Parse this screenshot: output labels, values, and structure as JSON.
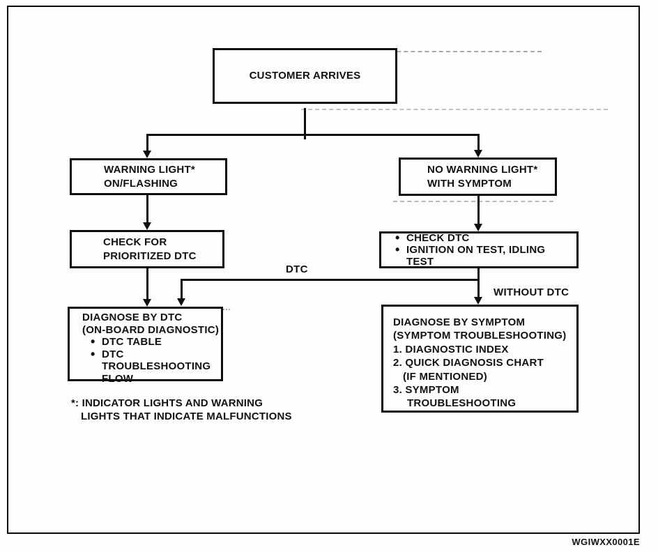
{
  "flowchart": {
    "bullet_char": "•",
    "nodes": {
      "customer_arrives": {
        "lines": [
          "CUSTOMER ARRIVES"
        ]
      },
      "warning_light": {
        "lines": [
          "WARNING LIGHT*",
          "ON/FLASHING"
        ]
      },
      "no_warning_light": {
        "lines": [
          "NO WARNING LIGHT*",
          "WITH SYMPTOM"
        ]
      },
      "check_prioritized_dtc": {
        "lines": [
          "CHECK FOR",
          "PRIORITIZED DTC"
        ]
      },
      "check_dtc": {
        "bullets": [
          [
            "CHECK DTC"
          ],
          [
            "IGNITION ON TEST, IDLING",
            "TEST"
          ]
        ]
      },
      "diagnose_by_dtc": {
        "lines": [
          "DIAGNOSE BY DTC",
          "(ON-BOARD DIAGNOSTIC)"
        ],
        "bullets": [
          [
            "DTC TABLE"
          ],
          [
            "DTC",
            "TROUBLESHOOTING",
            "FLOW"
          ]
        ]
      },
      "diagnose_by_symptom": {
        "lines": [
          "DIAGNOSE BY SYMPTOM",
          "(SYMPTOM TROUBLESHOOTING)"
        ],
        "items": [
          "1. DIAGNOSTIC INDEX",
          "2. QUICK DIAGNOSIS CHART"
        ],
        "item2_cont": "(IF MENTIONED)",
        "item3": "3. SYMPTOM",
        "item3_cont": "TROUBLESHOOTING"
      }
    },
    "edge_labels": {
      "dtc": "DTC",
      "without_dtc": "WITHOUT DTC"
    },
    "footnote": {
      "line1": "*: INDICATOR LIGHTS AND WARNING",
      "line2": "LIGHTS THAT INDICATE MALFUNCTIONS"
    }
  },
  "figure_code": "WGIWXX0001E",
  "colors": {
    "ink": "#0d0d0d",
    "paper": "#fefefe"
  }
}
